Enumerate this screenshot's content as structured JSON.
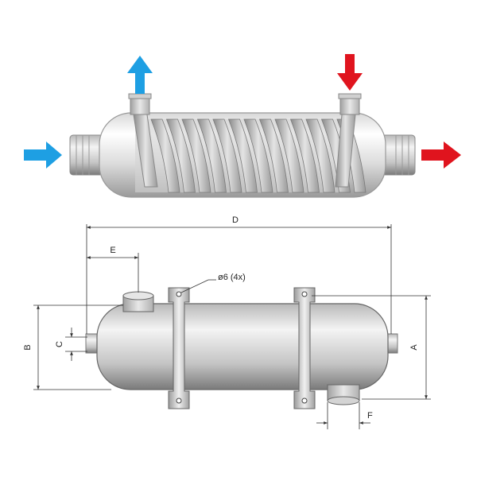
{
  "colors": {
    "cold_arrow": "#1e9fe3",
    "hot_arrow": "#e0141e",
    "metal_light": "#f2f2f2",
    "metal_dark": "#8c8c8c",
    "dimension_line": "#333333"
  },
  "labels": {
    "dim_d": "D",
    "dim_e": "E",
    "dim_hole": "ø6 (4x)",
    "dim_b": "B",
    "dim_c": "C",
    "dim_a": "A",
    "dim_f": "F"
  },
  "icons": [
    "arrow-right-icon",
    "arrow-up-icon",
    "arrow-down-icon"
  ]
}
